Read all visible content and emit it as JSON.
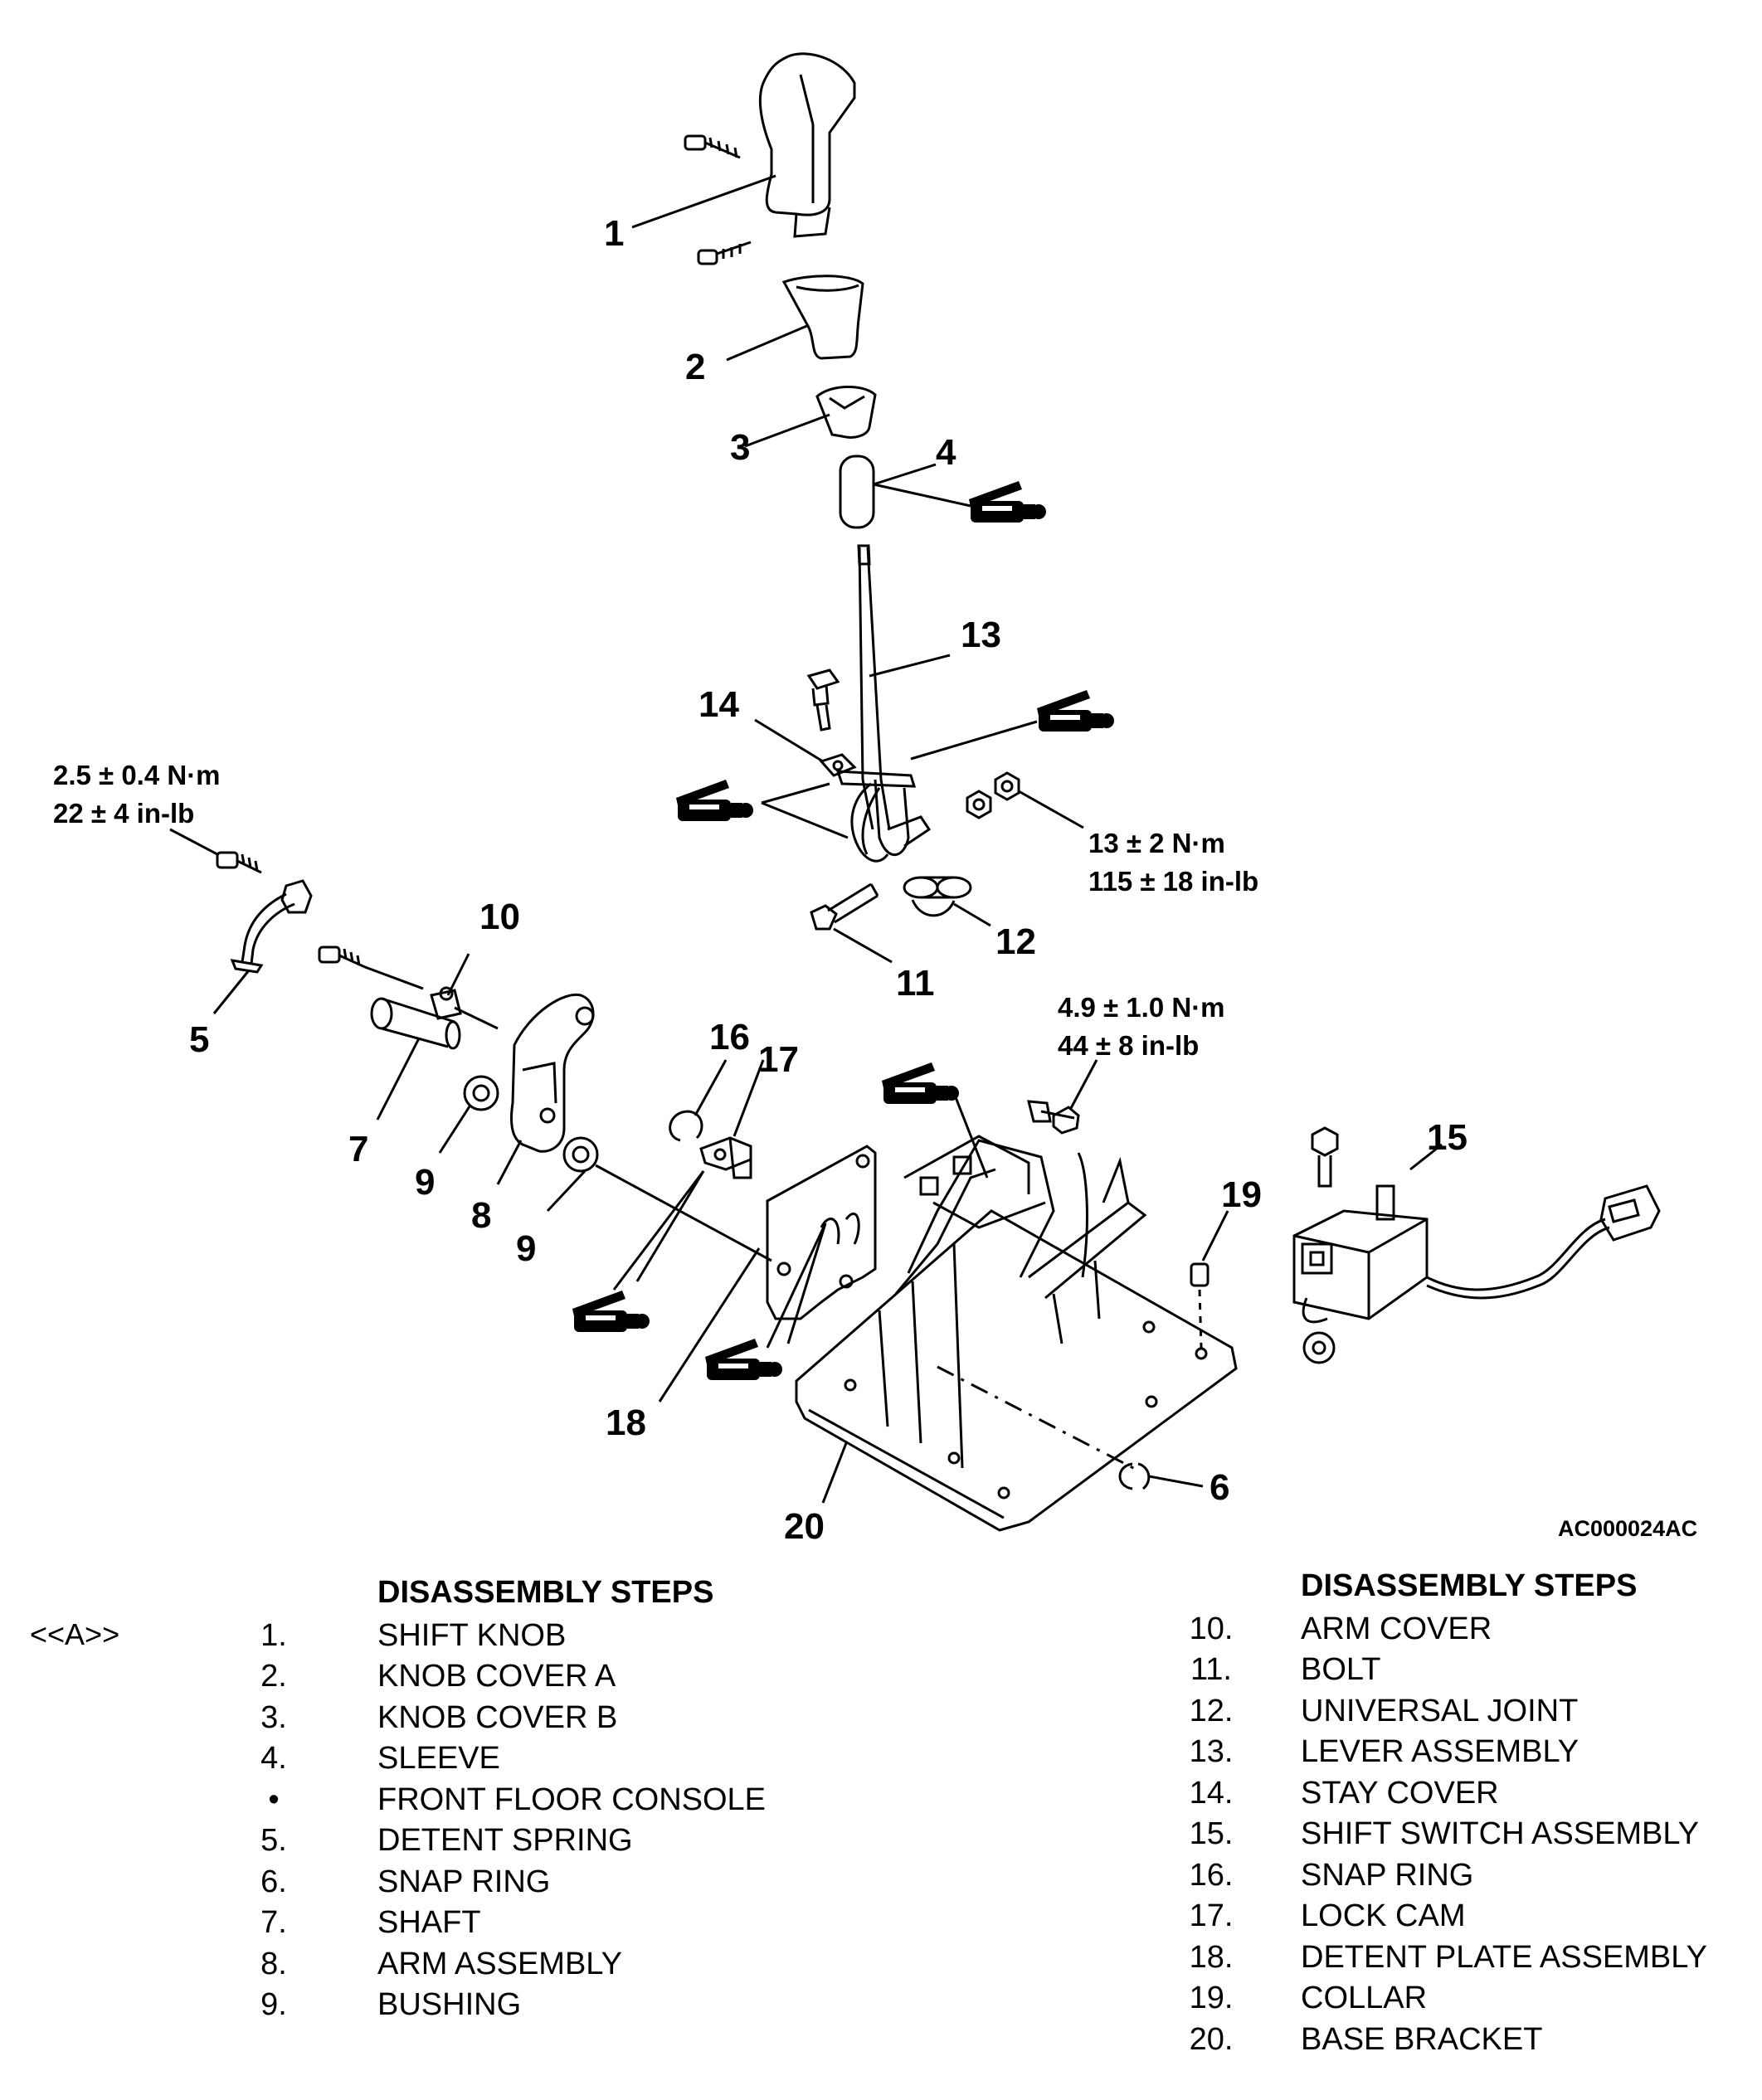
{
  "figure_id": "AC000024AC",
  "callouts": {
    "c1": "1",
    "c2": "2",
    "c3": "3",
    "c4": "4",
    "c5": "5",
    "c6": "6",
    "c7": "7",
    "c8": "8",
    "c9a": "9",
    "c9b": "9",
    "c10": "10",
    "c11": "11",
    "c12": "12",
    "c13": "13",
    "c14": "14",
    "c15": "15",
    "c16": "16",
    "c17": "17",
    "c18": "18",
    "c19": "19",
    "c20": "20"
  },
  "torque": {
    "t1_nm": "2.5 ± 0.4 N·m",
    "t1_inlb": "22 ± 4 in-lb",
    "t2_nm": "13 ± 2 N·m",
    "t2_inlb": "115 ± 18 in-lb",
    "t3_nm": "4.9 ± 1.0 N·m",
    "t3_inlb": "44 ± 8 in-lb"
  },
  "service_code": "<<A>>",
  "left_steps": {
    "header": "DISASSEMBLY STEPS",
    "items": [
      {
        "n": "1.",
        "label": "SHIFT KNOB"
      },
      {
        "n": "2.",
        "label": "KNOB COVER A"
      },
      {
        "n": "3.",
        "label": "KNOB COVER B"
      },
      {
        "n": "4.",
        "label": "SLEEVE"
      },
      {
        "n": "•",
        "label": "FRONT FLOOR CONSOLE"
      },
      {
        "n": "5.",
        "label": "DETENT SPRING"
      },
      {
        "n": "6.",
        "label": "SNAP RING"
      },
      {
        "n": "7.",
        "label": "SHAFT"
      },
      {
        "n": "8.",
        "label": "ARM ASSEMBLY"
      },
      {
        "n": "9.",
        "label": "BUSHING"
      }
    ]
  },
  "right_steps": {
    "header": "DISASSEMBLY STEPS",
    "items": [
      {
        "n": "10.",
        "label": "ARM COVER"
      },
      {
        "n": "11.",
        "label": "BOLT"
      },
      {
        "n": "12.",
        "label": "UNIVERSAL JOINT"
      },
      {
        "n": "13.",
        "label": "LEVER ASSEMBLY"
      },
      {
        "n": "14.",
        "label": "STAY COVER"
      },
      {
        "n": "15.",
        "label": "SHIFT SWITCH ASSEMBLY"
      },
      {
        "n": "16.",
        "label": "SNAP RING"
      },
      {
        "n": "17.",
        "label": "LOCK CAM"
      },
      {
        "n": "18.",
        "label": "DETENT PLATE ASSEMBLY"
      },
      {
        "n": "19.",
        "label": "COLLAR"
      },
      {
        "n": "20.",
        "label": "BASE BRACKET"
      }
    ]
  }
}
